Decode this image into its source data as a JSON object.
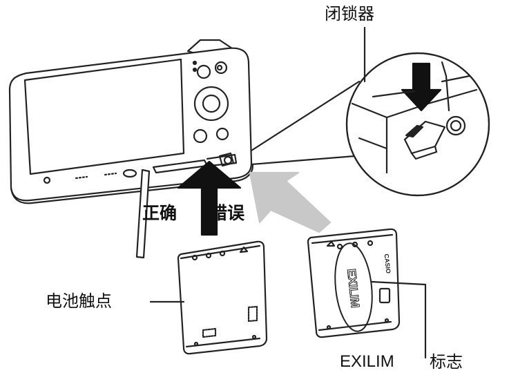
{
  "labels": {
    "latch": "闭锁器",
    "correct": "正确",
    "wrong": "错误",
    "battery_contacts": "电池触点",
    "exilim": "EXILIM",
    "mark": "标志"
  },
  "battery_right_text": {
    "brand": "CASIO",
    "logo": "EXILIM"
  },
  "colors": {
    "line": "#222222",
    "correct_arrow": "#111111",
    "wrong_arrow": "#c8c8c8",
    "background": "#ffffff"
  },
  "icons": [
    "camera-illustration",
    "latch-detail-circle",
    "correct-direction-arrow",
    "wrong-direction-arrow",
    "battery-front",
    "battery-back"
  ]
}
